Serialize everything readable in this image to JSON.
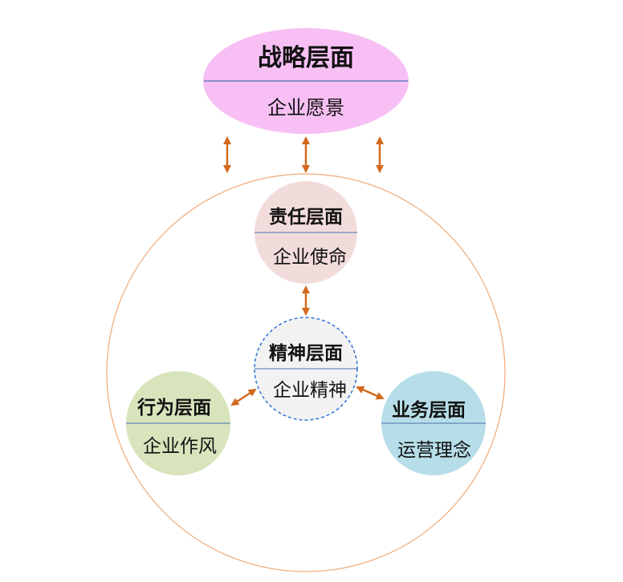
{
  "nodes": {
    "strategy": {
      "title": "战略层面",
      "subtitle": "企业愿景",
      "color": "#f7bff3"
    },
    "responsibility": {
      "title": "责任层面",
      "subtitle": "企业使命",
      "color": "#f2dcdb"
    },
    "spirit": {
      "title": "精神层面",
      "subtitle": "企业精神",
      "color": "#f2f2f2",
      "border_color": "#2e75d6"
    },
    "behavior": {
      "title": "行为层面",
      "subtitle": "企业作风",
      "color": "#d8e4bc"
    },
    "business": {
      "title": "业务层面",
      "subtitle": "运营理念",
      "color": "#b7dee8"
    }
  },
  "colors": {
    "arrow": "#d2691e",
    "outer_circle": "#f0a874",
    "divider": "#4a6fb3"
  }
}
